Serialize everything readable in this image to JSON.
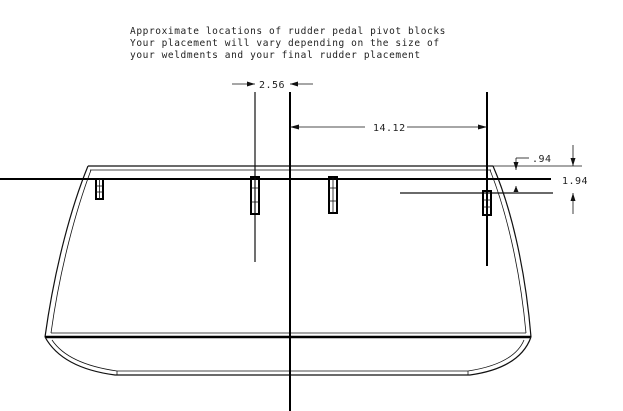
{
  "note": {
    "line1": "Approximate locations of rudder pedal pivot blocks",
    "line2": "Your placement will vary depending on the size of",
    "line3": "your weldments and your final rudder placement"
  },
  "dimensions": {
    "spacing": "2.56",
    "offset": "14.12",
    "small_vertical": ".94",
    "large_vertical": "1.94"
  },
  "colors": {
    "line": "#000000",
    "background": "#ffffff"
  }
}
